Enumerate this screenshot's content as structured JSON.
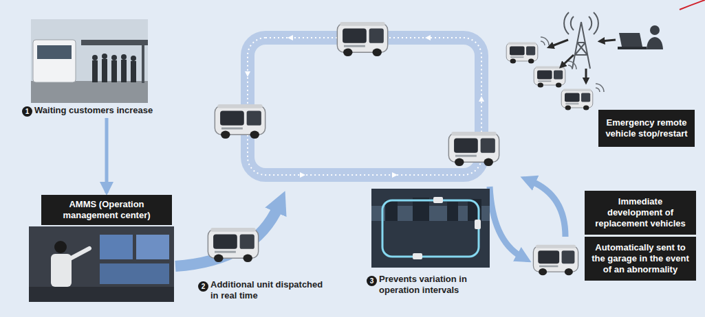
{
  "diagram": {
    "nodes": [
      {
        "text": [
          "Waiting customers increase"
        ]
      },
      {
        "text": [
          "AMMS (Operation management center)"
        ]
      },
      {
        "text": [
          "Emergency remote vehicle stop/restart"
        ]
      },
      {
        "text": [
          "Immediate development of replacement vehicles"
        ]
      },
      {
        "text": [
          "Automatically sent to the garage in the event of an abnormality"
        ]
      }
    ],
    "edges": [
      {
        "from": 0,
        "to": 1,
        "arrow": "to"
      }
    ],
    "labels": [
      "1",
      "2",
      "Additional unit dispatched in real time",
      "3",
      "Prevents variation in operation intervals"
    ]
  }
}
